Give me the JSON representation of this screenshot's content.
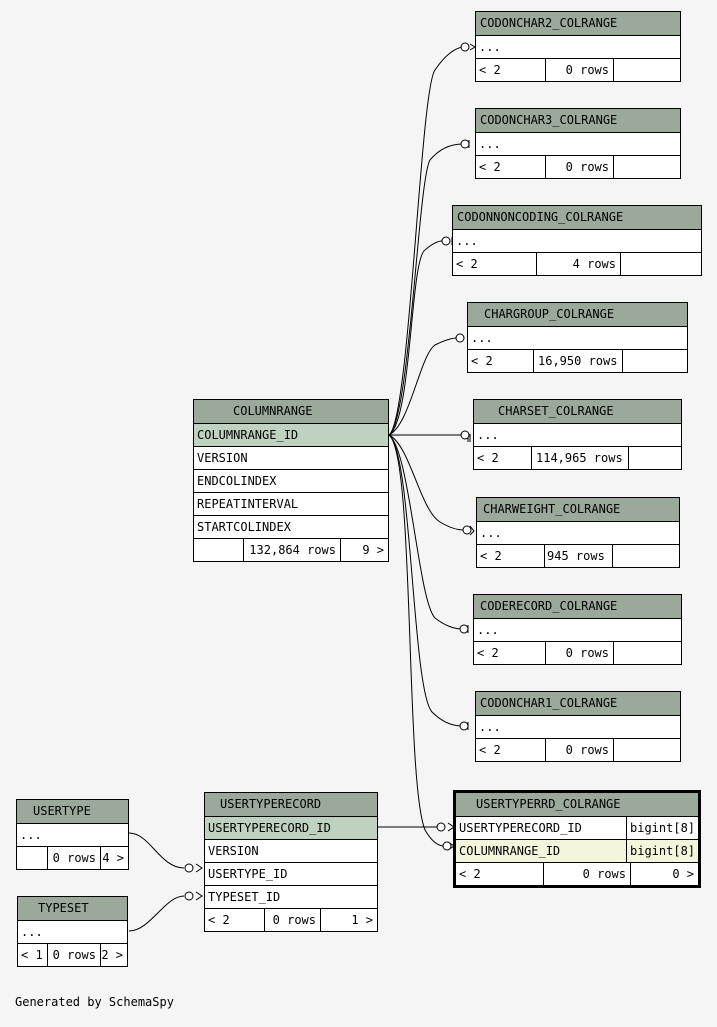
{
  "credit": "Generated by SchemaSpy",
  "tables": {
    "columnrange": {
      "name": "COLUMNRANGE",
      "columns": [
        "COLUMNRANGE_ID",
        "VERSION",
        "ENDCOLINDEX",
        "REPEATINTERVAL",
        "STARTCOLINDEX"
      ],
      "footer": [
        "",
        "132,864 rows",
        "9 >"
      ]
    },
    "codonchar2_colrange": {
      "name": "CODONCHAR2_COLRANGE",
      "columns": [
        "..."
      ],
      "footer": [
        "< 2",
        "0 rows",
        ""
      ]
    },
    "codonchar3_colrange": {
      "name": "CODONCHAR3_COLRANGE",
      "columns": [
        "..."
      ],
      "footer": [
        "< 2",
        "0 rows",
        ""
      ]
    },
    "codonnoncoding_colrange": {
      "name": "CODONNONCODING_COLRANGE",
      "columns": [
        "..."
      ],
      "footer": [
        "< 2",
        "4 rows",
        ""
      ]
    },
    "chargroup_colrange": {
      "name": "CHARGROUP_COLRANGE",
      "columns": [
        "..."
      ],
      "footer": [
        "< 2",
        "16,950 rows",
        ""
      ]
    },
    "charset_colrange": {
      "name": "CHARSET_COLRANGE",
      "columns": [
        "..."
      ],
      "footer": [
        "< 2",
        "114,965 rows",
        ""
      ]
    },
    "charweight_colrange": {
      "name": "CHARWEIGHT_COLRANGE",
      "columns": [
        "..."
      ],
      "footer": [
        "< 2",
        "945 rows",
        ""
      ]
    },
    "coderecord_colrange": {
      "name": "CODERECORD_COLRANGE",
      "columns": [
        "..."
      ],
      "footer": [
        "< 2",
        "0 rows",
        ""
      ]
    },
    "codonchar1_colrange": {
      "name": "CODONCHAR1_COLRANGE",
      "columns": [
        "..."
      ],
      "footer": [
        "< 2",
        "0 rows",
        ""
      ]
    },
    "usertyperd_colrange": {
      "name": "USERTYPERRD_COLRANGE",
      "columns": [
        {
          "name": "USERTYPERECORD_ID",
          "type": "bigint[8]"
        },
        {
          "name": "COLUMNRANGE_ID",
          "type": "bigint[8]"
        }
      ],
      "footer": [
        "< 2",
        "0 rows",
        "0 >"
      ]
    },
    "usertyperecord": {
      "name": "USERTYPERECORD",
      "columns": [
        "USERTYPERECORD_ID",
        "VERSION",
        "USERTYPE_ID",
        "TYPESET_ID"
      ],
      "footer": [
        "< 2",
        "0 rows",
        "1 >"
      ]
    },
    "usertype": {
      "name": "USERTYPE",
      "columns": [
        "..."
      ],
      "footer": [
        "",
        "0 rows",
        "4 >"
      ]
    },
    "typeset": {
      "name": "TYPESET",
      "columns": [
        "..."
      ],
      "footer": [
        "< 1",
        "0 rows",
        "2 >"
      ]
    }
  }
}
